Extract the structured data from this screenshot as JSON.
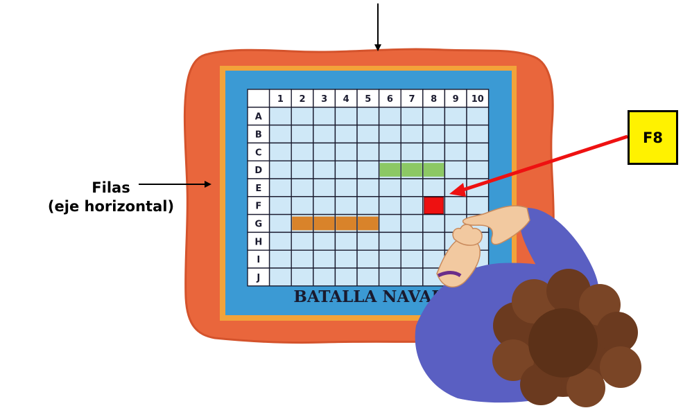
{
  "game": {
    "title": "BATALLA NAVAL",
    "columns": [
      "1",
      "2",
      "3",
      "4",
      "5",
      "6",
      "7",
      "8",
      "9",
      "10"
    ],
    "rows": [
      "A",
      "B",
      "C",
      "D",
      "E",
      "F",
      "G",
      "H",
      "I",
      "J"
    ],
    "ships": [
      {
        "row": "D",
        "col_start": 6,
        "col_end": 8,
        "color": "#8cc864"
      },
      {
        "row": "G",
        "col_start": 2,
        "col_end": 5,
        "color": "#d9832a"
      }
    ],
    "target_cell": {
      "row": "F",
      "col": 8,
      "color": "#ee1111"
    }
  },
  "annotations": {
    "filas_label": "Filas",
    "filas_sublabel": "(eje horizontal)",
    "callout_label": "F8"
  },
  "colors": {
    "mat": "#e9663c",
    "mat_edge": "#d4532c",
    "frame_orange": "#f2a33a",
    "frame_blue": "#3b9ad4",
    "cell": "#cfe8f7",
    "header_cell": "#ffffff",
    "callout_bg": "#fff200",
    "arrow_red": "#ee1111",
    "skin": "#f2c9a0",
    "hair": "#6b3a1f",
    "sleeve": "#5a5fc2"
  }
}
